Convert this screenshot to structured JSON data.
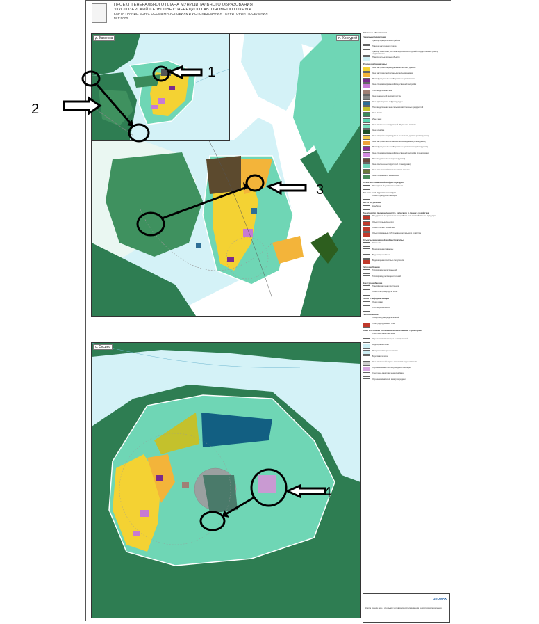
{
  "title": {
    "line1": "Проект генерального плана муниципального образования",
    "line2": "\"Пустозерский сельсовет\" Ненецкого автономного округа",
    "line3": "Карта границ зон с особыми условиями использования территории поселения",
    "scale": "М 1:5000"
  },
  "insets": {
    "kamenka": "д. Каменка",
    "khongurei": "п. Хонгурей",
    "oksino": "с. Оксино"
  },
  "legend": {
    "heading": "Условные обозначения",
    "groups": [
      {
        "title": "Границы и территории",
        "items": [
          {
            "color": "#ffffff",
            "text": "Граница муниципального района"
          },
          {
            "color": "#ffffff",
            "text": "Граница населенного пункта"
          },
          {
            "color": "#ffffff",
            "text": "Граница земельных участков, выделенных в Единый государственный реестр недвижимости"
          },
          {
            "color": "#cfeff5",
            "text": "Поверхностные водные объекты"
          }
        ]
      },
      {
        "title": "Функциональные зоны",
        "items": [
          {
            "color": "#f4d233",
            "text": "Зона застройки индивидуальными жилыми домами"
          },
          {
            "color": "#f3b43a",
            "text": "Зона застройки малоэтажными жилыми домами"
          },
          {
            "color": "#7b2a8c",
            "text": "Многофункциональная общественно-деловая зона"
          },
          {
            "color": "#c77ad4",
            "text": "Зона специализированной общественной застройки"
          },
          {
            "color": "#a07f75",
            "text": "Производственная зона"
          },
          {
            "color": "#888888",
            "text": "Зона инженерной инфраструктуры"
          },
          {
            "color": "#2d6e96",
            "text": "Зона транспортной инфраструктуры"
          },
          {
            "color": "#c4c12c",
            "text": "Производственная зона сельскохозяйственных предприятий"
          },
          {
            "color": "#3a8a5a",
            "text": "Зона лесов"
          },
          {
            "color": "#5bd6b0",
            "text": "Иные зоны"
          },
          {
            "color": "#7be0c0",
            "text": "Зона озелененных территорий общего пользования"
          },
          {
            "color": "#1f4f28",
            "text": "Зона кладбищ"
          },
          {
            "color": "#f2c94c",
            "text": "Зона застройки индивидуальными жилыми домами (планируемая)"
          },
          {
            "color": "#f0a23a",
            "text": "Зона застройки малоэтажными жилыми домами (планируемая)"
          },
          {
            "color": "#8e2f9b",
            "text": "Многофункциональная общественно-деловая зона (планируемая)"
          },
          {
            "color": "#d38be0",
            "text": "Зона специализированной общественной застройки (планируемая)"
          },
          {
            "color": "#6b4a3c",
            "text": "Производственная зона (планируемая)"
          },
          {
            "color": "#6fd4b8",
            "text": "Зона озелененных территорий (планируемая)"
          },
          {
            "color": "#6b7a3a",
            "text": "Зона сельскохозяйственного использования"
          },
          {
            "color": "#4a8c5a",
            "text": "Зона специального назначения"
          }
        ]
      },
      {
        "title": "Объекты социальной инфраструктуры",
        "items": [
          {
            "color": "#ffffff",
            "text": "Планируемый к размещению объект"
          }
        ]
      },
      {
        "title": "Объекты культурного наследия",
        "items": [
          {
            "color": "#ffffff",
            "text": "Объект культурного наследия"
          }
        ]
      },
      {
        "title": "Места погребения",
        "items": [
          {
            "color": "#ffffff",
            "text": "Кладбище"
          }
        ]
      },
      {
        "title": "Предприятия промышленности, сельского и лесного хозяйства",
        "items": [
          {
            "color": "#c0392b",
            "text": "Предприятие по хранению и переработке сельскохозяйственной продукции"
          },
          {
            "color": "#c0392b",
            "text": "Объект промышленности"
          },
          {
            "color": "#c0392b",
            "text": "Объект лесного хозяйства"
          },
          {
            "color": "#c0392b",
            "text": "Объект, связанный с обслуживанием сельского хозяйства"
          }
        ]
      },
      {
        "title": "Объекты инженерной инфраструктуры",
        "items": [
          {
            "color": "#ffffff",
            "text": "Котельная"
          },
          {
            "color": "#ffffff",
            "text": "Водозаборные скважины"
          },
          {
            "color": "#ffffff",
            "text": "Водонапорная башня"
          },
          {
            "color": "#c0392b",
            "text": "Водозаборные очистные сооружения"
          }
        ]
      },
      {
        "title": "Теплоснабжение",
        "items": [
          {
            "color": "#ffffff",
            "text": "Теплопровод магистральный"
          },
          {
            "color": "#ffffff",
            "text": "Теплопровод распределительный"
          }
        ]
      },
      {
        "title": "Электроснабжение",
        "items": [
          {
            "color": "#ffffff",
            "text": "Трансформаторная подстанция"
          },
          {
            "color": "#ffffff",
            "text": "Линия электропередачи 10 кВ"
          }
        ]
      },
      {
        "title": "Связь и информатизация",
        "items": [
          {
            "color": "#ffffff",
            "text": "Линия связи"
          },
          {
            "color": "#ffffff",
            "text": "Сети водоснабжения"
          }
        ]
      },
      {
        "title": "Газоснабжение",
        "items": [
          {
            "color": "#ffffff",
            "text": "Газопровод распределительный"
          },
          {
            "color": "#c0392b",
            "text": "Пункт редуцирования газа"
          }
        ]
      },
      {
        "title": "Зоны с особыми условиями использования территории",
        "items": [
          {
            "color": "#ffffff",
            "text": "Санитарно-защитная зона"
          },
          {
            "color": "#ffffff",
            "text": "Охранная зона инженерных коммуникаций"
          },
          {
            "color": "#cfeff5",
            "text": "Водоохранная зона"
          },
          {
            "color": "#cfeff5",
            "text": "Прибрежная защитная полоса"
          },
          {
            "color": "#ffffff",
            "text": "Береговая полоса"
          },
          {
            "color": "#cfcfcf",
            "text": "Зона санитарной охраны источников водоснабжения"
          },
          {
            "color": "#d6a7e0",
            "text": "Охранная зона объекта культурного наследия"
          },
          {
            "color": "#ffffff",
            "text": "Санитарно-защитная зона кладбища"
          },
          {
            "color": "#ffffff",
            "text": "Охранная зона линий электропередачи"
          }
        ]
      }
    ]
  },
  "stamp": {
    "company": "GEOMAX",
    "text": "Карта границ зон с особыми условиями использования территории поселения"
  },
  "annotations": {
    "labels": [
      "1",
      "2",
      "3",
      "4"
    ]
  },
  "colors": {
    "water": "#d4f2f7",
    "forest": "#2e7d52",
    "green": "#6fd6b5",
    "residential": "#f4d233",
    "annotation": "#000000"
  }
}
